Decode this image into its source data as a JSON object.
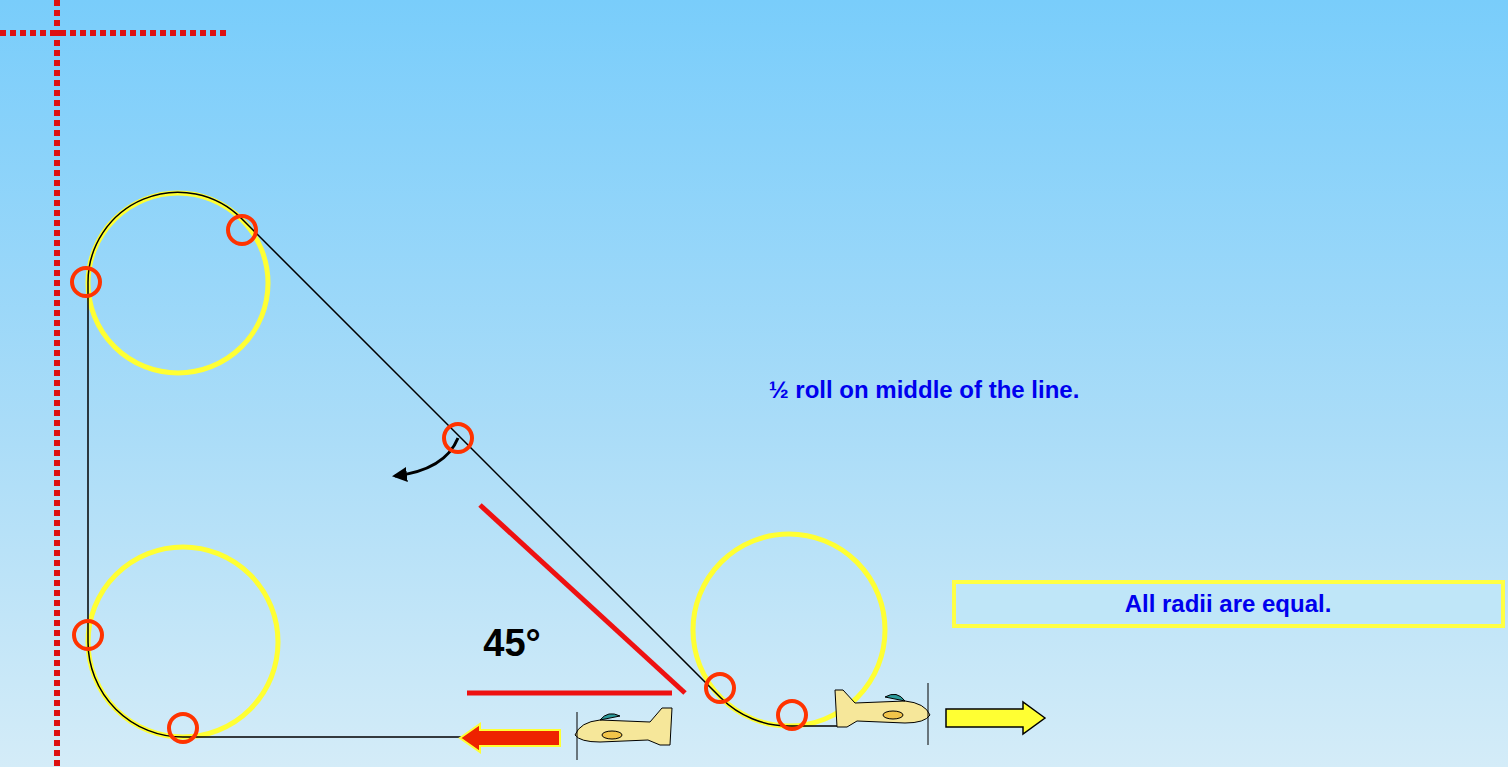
{
  "diagram": {
    "nodes": [
      {
        "text": [
          "All radii are equal."
        ]
      }
    ],
    "labels": [
      "½ roll on middle of the line.",
      "45°"
    ]
  }
}
